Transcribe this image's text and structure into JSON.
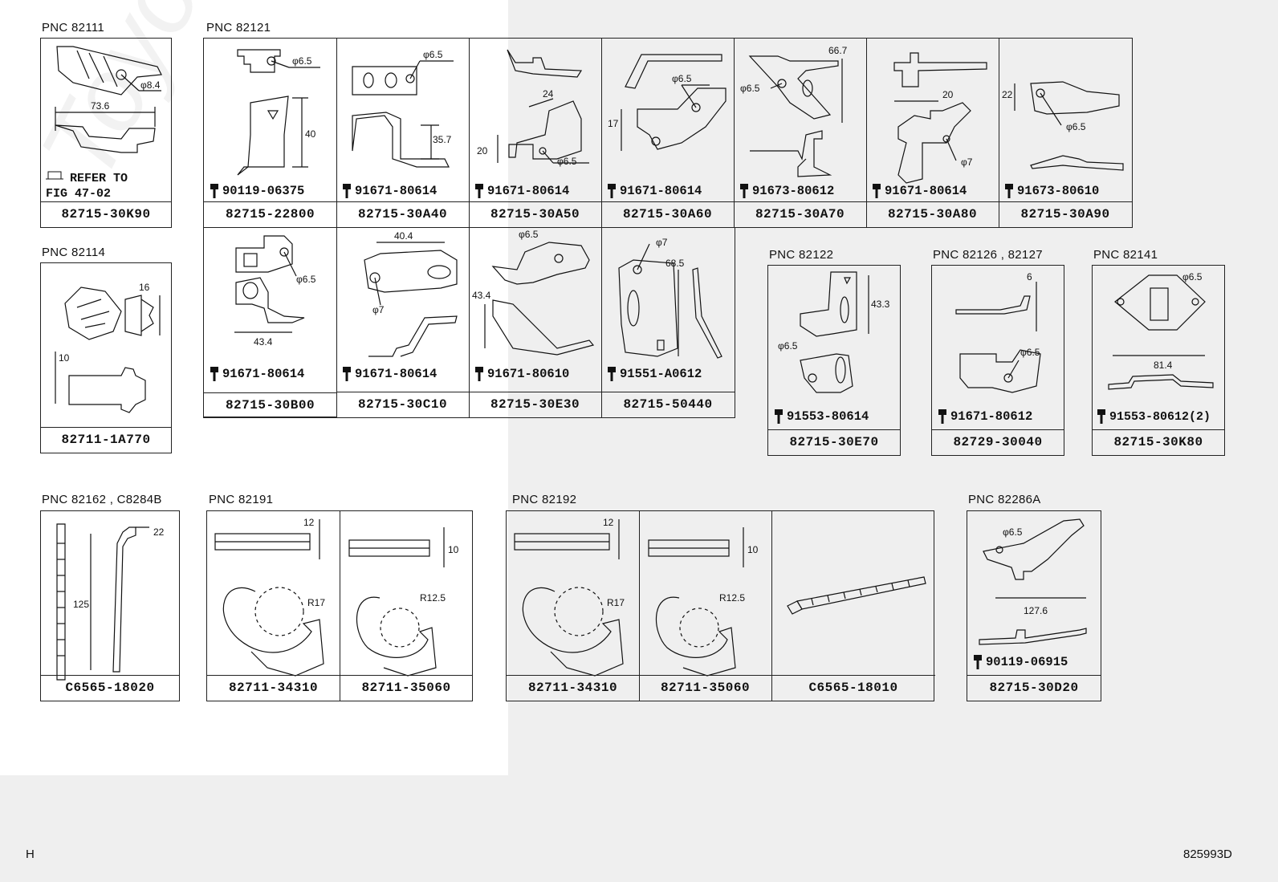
{
  "groups": [
    {
      "pnc": "PNC 82111",
      "parts": [
        {
          "part": "82715-30K90",
          "refer": "REFER TO\nFIG 47-02",
          "dims": [
            "φ8.4",
            "73.6"
          ]
        }
      ]
    },
    {
      "pnc": "PNC 82121",
      "row1": [
        {
          "part": "82715-22800",
          "bolt": "90119-06375",
          "dims": [
            "φ6.5",
            "40"
          ]
        },
        {
          "part": "82715-30A40",
          "bolt": "91671-80614",
          "dims": [
            "φ6.5",
            "35.7"
          ]
        },
        {
          "part": "82715-30A50",
          "bolt": "91671-80614",
          "dims": [
            "24",
            "20",
            "φ6.5"
          ]
        },
        {
          "part": "82715-30A60",
          "bolt": "91671-80614",
          "dims": [
            "φ6.5",
            "17"
          ]
        },
        {
          "part": "82715-30A70",
          "bolt": "91673-80612",
          "dims": [
            "66.7",
            "φ6.5"
          ]
        },
        {
          "part": "82715-30A80",
          "bolt": "91671-80614",
          "dims": [
            "20",
            "φ7"
          ]
        },
        {
          "part": "82715-30A90",
          "bolt": "91673-80610",
          "dims": [
            "22",
            "φ6.5"
          ]
        }
      ],
      "row2": [
        {
          "part": "82715-30B00",
          "bolt": "91671-80614",
          "dims": [
            "φ6.5",
            "43.4"
          ]
        },
        {
          "part": "82715-30C10",
          "bolt": "91671-80614",
          "dims": [
            "40.4",
            "φ7"
          ]
        },
        {
          "part": "82715-30E30",
          "bolt": "91671-80610",
          "dims": [
            "φ6.5",
            "43.4"
          ]
        },
        {
          "part": "82715-50440",
          "bolt": "91551-A0612",
          "dims": [
            "φ7",
            "68.5"
          ]
        }
      ]
    },
    {
      "pnc": "PNC 82114",
      "parts": [
        {
          "part": "82711-1A770",
          "dims": [
            "16",
            "10"
          ]
        }
      ]
    },
    {
      "pnc": "PNC 82122",
      "parts": [
        {
          "part": "82715-30E70",
          "bolt": "91553-80614",
          "dims": [
            "43.3",
            "φ6.5"
          ]
        }
      ]
    },
    {
      "pnc": "PNC 82126 , 82127",
      "parts": [
        {
          "part": "82729-30040",
          "bolt": "91671-80612",
          "dims": [
            "6",
            "φ6.5"
          ]
        }
      ]
    },
    {
      "pnc": "PNC 82141",
      "parts": [
        {
          "part": "82715-30K80",
          "bolt": "91553-80612(2)",
          "dims": [
            "φ6.5",
            "81.4"
          ]
        }
      ]
    },
    {
      "pnc": "PNC 82162 , C8284B",
      "parts": [
        {
          "part": "C6565-18020",
          "dims": [
            "22",
            "125"
          ]
        }
      ]
    },
    {
      "pnc": "PNC 82191",
      "parts": [
        {
          "part": "82711-34310",
          "dims": [
            "12",
            "R17"
          ]
        },
        {
          "part": "82711-35060",
          "dims": [
            "10",
            "R12.5"
          ]
        }
      ]
    },
    {
      "pnc": "PNC 82192",
      "parts": [
        {
          "part": "82711-34310",
          "dims": [
            "12",
            "R17"
          ]
        },
        {
          "part": "82711-35060",
          "dims": [
            "10",
            "R12.5"
          ]
        },
        {
          "part": "C6565-18010",
          "dims": []
        }
      ]
    },
    {
      "pnc": "PNC 82286A",
      "parts": [
        {
          "part": "82715-30D20",
          "bolt": "90119-06915",
          "dims": [
            "φ6.5",
            "127.6"
          ]
        }
      ]
    }
  ],
  "footer": {
    "left": "H",
    "right": "825993D"
  },
  "watermark": "ToyotaCamry.ru"
}
